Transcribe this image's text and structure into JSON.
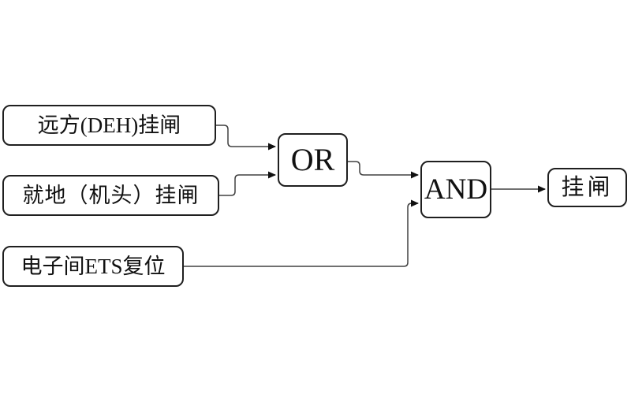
{
  "diagram": {
    "nodes": {
      "remote": {
        "label": "远方(DEH)挂闸"
      },
      "local": {
        "label": "就地（机头）挂闸"
      },
      "ets": {
        "label": "电子间ETS复位"
      },
      "or": {
        "label": "OR"
      },
      "and": {
        "label": "AND"
      },
      "output": {
        "label": "挂闸"
      }
    },
    "edges": [
      {
        "from": "remote",
        "to": "or"
      },
      {
        "from": "local",
        "to": "or"
      },
      {
        "from": "or",
        "to": "and"
      },
      {
        "from": "ets",
        "to": "and"
      },
      {
        "from": "and",
        "to": "output"
      }
    ],
    "colors": {
      "background": "#ffffff",
      "box_fill": "#ffffff",
      "box_border": "#1f1f1f",
      "connector": "#404040",
      "arrowhead": "#111111",
      "text": "#111111"
    }
  }
}
